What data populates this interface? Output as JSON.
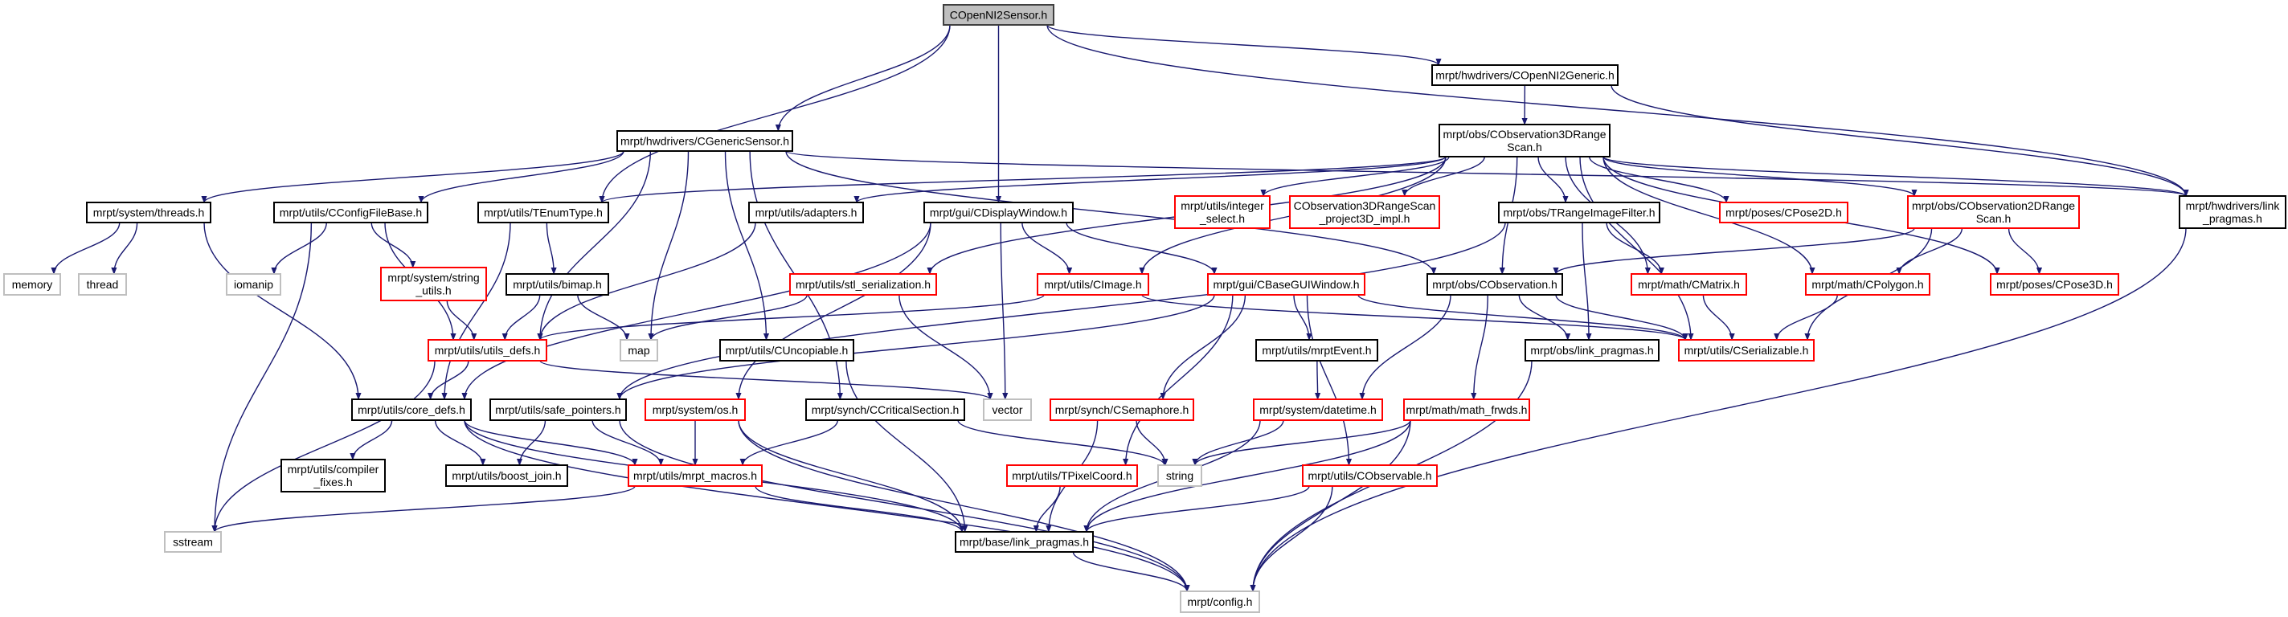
{
  "graph": {
    "edge_color": "#191970",
    "styles": {
      "root": {
        "fill": "#bfbfbf",
        "stroke": "#404040"
      },
      "normal": {
        "fill": "#ffffff",
        "stroke": "#000000"
      },
      "red": {
        "fill": "#ffffff",
        "stroke": "#ff0000"
      },
      "gray": {
        "fill": "#ffffff",
        "stroke": "#bfbfbf"
      }
    },
    "nodes": [
      {
        "id": "root",
        "lines": [
          "COpenNI2Sensor.h"
        ],
        "style": "root"
      },
      {
        "id": "openni2generic",
        "lines": [
          "mrpt/hwdrivers/COpenNI2Generic.h"
        ],
        "style": "normal"
      },
      {
        "id": "genericsensor",
        "lines": [
          "mrpt/hwdrivers/CGenericSensor.h"
        ],
        "style": "normal"
      },
      {
        "id": "obs3d",
        "lines": [
          "mrpt/obs/CObservation3DRange",
          "Scan.h"
        ],
        "style": "normal"
      },
      {
        "id": "threads",
        "lines": [
          "mrpt/system/threads.h"
        ],
        "style": "normal"
      },
      {
        "id": "configfilebase",
        "lines": [
          "mrpt/utils/CConfigFileBase.h"
        ],
        "style": "normal"
      },
      {
        "id": "tenumtype",
        "lines": [
          "mrpt/utils/TEnumType.h"
        ],
        "style": "normal"
      },
      {
        "id": "adapters",
        "lines": [
          "mrpt/utils/adapters.h"
        ],
        "style": "normal"
      },
      {
        "id": "displaywindow",
        "lines": [
          "mrpt/gui/CDisplayWindow.h"
        ],
        "style": "normal"
      },
      {
        "id": "integerselect",
        "lines": [
          "mrpt/utils/integer",
          "_select.h"
        ],
        "style": "red"
      },
      {
        "id": "project3d",
        "lines": [
          "CObservation3DRangeScan",
          "_project3D_impl.h"
        ],
        "style": "red"
      },
      {
        "id": "rangeimagefilter",
        "lines": [
          "mrpt/obs/TRangeImageFilter.h"
        ],
        "style": "normal"
      },
      {
        "id": "pose2d",
        "lines": [
          "mrpt/poses/CPose2D.h"
        ],
        "style": "red"
      },
      {
        "id": "obs2d",
        "lines": [
          "mrpt/obs/CObservation2DRange",
          "Scan.h"
        ],
        "style": "red"
      },
      {
        "id": "hwlinkpragmas",
        "lines": [
          "mrpt/hwdrivers/link",
          "_pragmas.h"
        ],
        "style": "normal"
      },
      {
        "id": "memory",
        "lines": [
          "memory"
        ],
        "style": "gray"
      },
      {
        "id": "thread",
        "lines": [
          "thread"
        ],
        "style": "gray"
      },
      {
        "id": "iomanip",
        "lines": [
          "iomanip"
        ],
        "style": "gray"
      },
      {
        "id": "stringutils",
        "lines": [
          "mrpt/system/string",
          "_utils.h"
        ],
        "style": "red"
      },
      {
        "id": "bimap",
        "lines": [
          "mrpt/utils/bimap.h"
        ],
        "style": "normal"
      },
      {
        "id": "stlserialization",
        "lines": [
          "mrpt/utils/stl_serialization.h"
        ],
        "style": "red"
      },
      {
        "id": "cimage",
        "lines": [
          "mrpt/utils/CImage.h"
        ],
        "style": "red"
      },
      {
        "id": "baseguiwindow",
        "lines": [
          "mrpt/gui/CBaseGUIWindow.h"
        ],
        "style": "red"
      },
      {
        "id": "observation",
        "lines": [
          "mrpt/obs/CObservation.h"
        ],
        "style": "normal"
      },
      {
        "id": "cmatrix",
        "lines": [
          "mrpt/math/CMatrix.h"
        ],
        "style": "red"
      },
      {
        "id": "cpolygon",
        "lines": [
          "mrpt/math/CPolygon.h"
        ],
        "style": "red"
      },
      {
        "id": "pose3d",
        "lines": [
          "mrpt/poses/CPose3D.h"
        ],
        "style": "red"
      },
      {
        "id": "utilsdefs",
        "lines": [
          "mrpt/utils/utils_defs.h"
        ],
        "style": "red"
      },
      {
        "id": "map",
        "lines": [
          "map"
        ],
        "style": "gray"
      },
      {
        "id": "uncopiable",
        "lines": [
          "mrpt/utils/CUncopiable.h"
        ],
        "style": "normal"
      },
      {
        "id": "mrptevent",
        "lines": [
          "mrpt/utils/mrptEvent.h"
        ],
        "style": "normal"
      },
      {
        "id": "obslinkpragmas",
        "lines": [
          "mrpt/obs/link_pragmas.h"
        ],
        "style": "normal"
      },
      {
        "id": "serializable",
        "lines": [
          "mrpt/utils/CSerializable.h"
        ],
        "style": "red"
      },
      {
        "id": "coredefs",
        "lines": [
          "mrpt/utils/core_defs.h"
        ],
        "style": "normal"
      },
      {
        "id": "safepointers",
        "lines": [
          "mrpt/utils/safe_pointers.h"
        ],
        "style": "normal"
      },
      {
        "id": "os",
        "lines": [
          "mrpt/system/os.h"
        ],
        "style": "red"
      },
      {
        "id": "criticalsection",
        "lines": [
          "mrpt/synch/CCriticalSection.h"
        ],
        "style": "normal"
      },
      {
        "id": "vector",
        "lines": [
          "vector"
        ],
        "style": "gray"
      },
      {
        "id": "semaphore",
        "lines": [
          "mrpt/synch/CSemaphore.h"
        ],
        "style": "red"
      },
      {
        "id": "datetime",
        "lines": [
          "mrpt/system/datetime.h"
        ],
        "style": "red"
      },
      {
        "id": "mathfrwds",
        "lines": [
          "mrpt/math/math_frwds.h"
        ],
        "style": "red"
      },
      {
        "id": "compilerfixes",
        "lines": [
          "mrpt/utils/compiler",
          "_fixes.h"
        ],
        "style": "normal"
      },
      {
        "id": "boostjoin",
        "lines": [
          "mrpt/utils/boost_join.h"
        ],
        "style": "normal"
      },
      {
        "id": "mrptmacros",
        "lines": [
          "mrpt/utils/mrpt_macros.h"
        ],
        "style": "red"
      },
      {
        "id": "pixelcoord",
        "lines": [
          "mrpt/utils/TPixelCoord.h"
        ],
        "style": "red"
      },
      {
        "id": "string",
        "lines": [
          "string"
        ],
        "style": "gray"
      },
      {
        "id": "observable",
        "lines": [
          "mrpt/utils/CObservable.h"
        ],
        "style": "red"
      },
      {
        "id": "sstream",
        "lines": [
          "sstream"
        ],
        "style": "gray"
      },
      {
        "id": "baselinkpragmas",
        "lines": [
          "mrpt/base/link_pragmas.h"
        ],
        "style": "normal"
      },
      {
        "id": "config",
        "lines": [
          "mrpt/config.h"
        ],
        "style": "gray"
      }
    ],
    "edges": [
      [
        "root",
        "genericsensor"
      ],
      [
        "root",
        "tenumtype"
      ],
      [
        "root",
        "displaywindow"
      ],
      [
        "root",
        "openni2generic"
      ],
      [
        "root",
        "hwlinkpragmas"
      ],
      [
        "openni2generic",
        "obs3d"
      ],
      [
        "openni2generic",
        "hwlinkpragmas"
      ],
      [
        "genericsensor",
        "threads"
      ],
      [
        "genericsensor",
        "configfilebase"
      ],
      [
        "genericsensor",
        "map"
      ],
      [
        "genericsensor",
        "uncopiable"
      ],
      [
        "genericsensor",
        "criticalsection"
      ],
      [
        "genericsensor",
        "observation"
      ],
      [
        "genericsensor",
        "hwlinkpragmas"
      ],
      [
        "genericsensor",
        "utilsdefs"
      ],
      [
        "obs3d",
        "tenumtype"
      ],
      [
        "obs3d",
        "adapters"
      ],
      [
        "obs3d",
        "stlserialization"
      ],
      [
        "obs3d",
        "cimage"
      ],
      [
        "obs3d",
        "integerselect"
      ],
      [
        "obs3d",
        "project3d"
      ],
      [
        "obs3d",
        "observation"
      ],
      [
        "obs3d",
        "rangeimagefilter"
      ],
      [
        "obs3d",
        "cmatrix"
      ],
      [
        "obs3d",
        "pose2d"
      ],
      [
        "obs3d",
        "obs2d"
      ],
      [
        "obs3d",
        "cpolygon"
      ],
      [
        "obs3d",
        "pose3d"
      ],
      [
        "obs3d",
        "serializable"
      ],
      [
        "obs3d",
        "hwlinkpragmas"
      ],
      [
        "threads",
        "memory"
      ],
      [
        "threads",
        "thread"
      ],
      [
        "threads",
        "coredefs"
      ],
      [
        "configfilebase",
        "iomanip"
      ],
      [
        "configfilebase",
        "stringutils"
      ],
      [
        "configfilebase",
        "utilsdefs"
      ],
      [
        "configfilebase",
        "sstream"
      ],
      [
        "tenumtype",
        "bimap"
      ],
      [
        "tenumtype",
        "coredefs"
      ],
      [
        "adapters",
        "utilsdefs"
      ],
      [
        "displaywindow",
        "cimage"
      ],
      [
        "displaywindow",
        "baseguiwindow"
      ],
      [
        "displaywindow",
        "vector"
      ],
      [
        "displaywindow",
        "coredefs"
      ],
      [
        "displaywindow",
        "os"
      ],
      [
        "rangeimagefilter",
        "cmatrix"
      ],
      [
        "rangeimagefilter",
        "obslinkpragmas"
      ],
      [
        "rangeimagefilter",
        "safepointers"
      ],
      [
        "obs2d",
        "observation"
      ],
      [
        "obs2d",
        "cpolygon"
      ],
      [
        "obs2d",
        "pose3d"
      ],
      [
        "obs2d",
        "serializable"
      ],
      [
        "stringutils",
        "utilsdefs"
      ],
      [
        "bimap",
        "map"
      ],
      [
        "bimap",
        "utilsdefs"
      ],
      [
        "stlserialization",
        "map"
      ],
      [
        "stlserialization",
        "vector"
      ],
      [
        "cimage",
        "utilsdefs"
      ],
      [
        "cimage",
        "serializable"
      ],
      [
        "baseguiwindow",
        "serializable"
      ],
      [
        "baseguiwindow",
        "safepointers"
      ],
      [
        "baseguiwindow",
        "semaphore"
      ],
      [
        "baseguiwindow",
        "pixelcoord"
      ],
      [
        "baseguiwindow",
        "mrptevent"
      ],
      [
        "baseguiwindow",
        "observable"
      ],
      [
        "observation",
        "obslinkpragmas"
      ],
      [
        "observation",
        "serializable"
      ],
      [
        "observation",
        "datetime"
      ],
      [
        "observation",
        "mathfrwds"
      ],
      [
        "cmatrix",
        "serializable"
      ],
      [
        "cpolygon",
        "serializable"
      ],
      [
        "utilsdefs",
        "coredefs"
      ],
      [
        "utilsdefs",
        "sstream"
      ],
      [
        "utilsdefs",
        "vector"
      ],
      [
        "uncopiable",
        "baselinkpragmas"
      ],
      [
        "mrptevent",
        "datetime"
      ],
      [
        "coredefs",
        "compilerfixes"
      ],
      [
        "coredefs",
        "boostjoin"
      ],
      [
        "coredefs",
        "mrptmacros"
      ],
      [
        "coredefs",
        "baselinkpragmas"
      ],
      [
        "coredefs",
        "config"
      ],
      [
        "safepointers",
        "boostjoin"
      ],
      [
        "safepointers",
        "mrptmacros"
      ],
      [
        "safepointers",
        "config"
      ],
      [
        "os",
        "mrptmacros"
      ],
      [
        "os",
        "baselinkpragmas"
      ],
      [
        "os",
        "config"
      ],
      [
        "criticalsection",
        "mrptmacros"
      ],
      [
        "criticalsection",
        "string"
      ],
      [
        "semaphore",
        "string"
      ],
      [
        "semaphore",
        "baselinkpragmas"
      ],
      [
        "datetime",
        "string"
      ],
      [
        "datetime",
        "baselinkpragmas"
      ],
      [
        "mathfrwds",
        "string"
      ],
      [
        "mathfrwds",
        "baselinkpragmas"
      ],
      [
        "mathfrwds",
        "config"
      ],
      [
        "pixelcoord",
        "baselinkpragmas"
      ],
      [
        "observable",
        "baselinkpragmas"
      ],
      [
        "observable",
        "config"
      ],
      [
        "mrptmacros",
        "sstream"
      ],
      [
        "mrptmacros",
        "baselinkpragmas"
      ],
      [
        "baselinkpragmas",
        "config"
      ],
      [
        "obslinkpragmas",
        "config"
      ],
      [
        "hwlinkpragmas",
        "config"
      ]
    ]
  }
}
